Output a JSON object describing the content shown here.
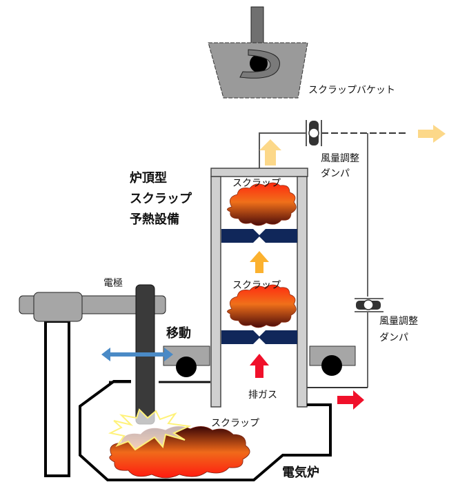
{
  "labels": {
    "scrap_bucket": "スクラップバケット",
    "damper_top": [
      "風量調整",
      "ダンパ"
    ],
    "damper_right": [
      "風量調整",
      "ダンパ"
    ],
    "preheater_title": [
      "炉頂型",
      "スクラップ",
      "予熱設備"
    ],
    "scrap_upper": "スクラップ",
    "scrap_middle": "スクラップ",
    "scrap_furnace": "スクラップ",
    "electrode": "電極",
    "movement": "移動",
    "exhaust_gas": "排ガス",
    "electric_furnace": "電気炉"
  },
  "colors": {
    "outline": "#111111",
    "steel_gray": "#9a9a9a",
    "light_gray": "#d0d0d0",
    "electrode_dark": "#3a3a3a",
    "grate_navy": "#10275a",
    "arrow_pale_yellow": "#fcd889",
    "arrow_orange": "#fbb12f",
    "arrow_red": "#f0102a",
    "arrow_blue": "#4a8ac6",
    "spark_yellow": "#fff27a"
  }
}
